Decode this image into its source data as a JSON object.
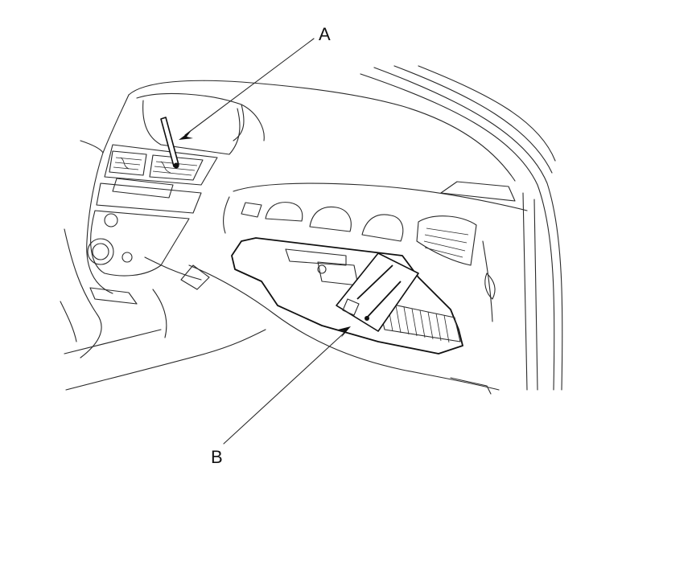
{
  "diagram": {
    "callouts": [
      {
        "id": "A",
        "label": "A"
      },
      {
        "id": "B",
        "label": "B"
      }
    ]
  }
}
